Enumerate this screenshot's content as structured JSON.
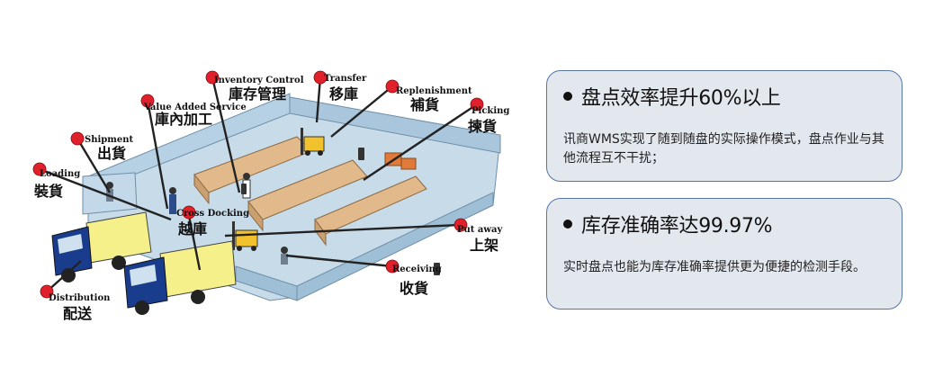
{
  "diagram": {
    "labels": [
      {
        "en": "Inventory Control",
        "zh": "庫存管理"
      },
      {
        "en": "Transfer",
        "zh": "移庫"
      },
      {
        "en": "Replenishment",
        "zh": "補貨"
      },
      {
        "en": "Picking",
        "zh": "揀貨"
      },
      {
        "en": "Value Added Service",
        "zh": "庫內加工"
      },
      {
        "en": "Shipment",
        "zh": "出貨"
      },
      {
        "en": "Loading",
        "zh": "裝貨"
      },
      {
        "en": "Cross Docking",
        "zh": "越庫"
      },
      {
        "en": "Put away",
        "zh": "上架"
      },
      {
        "en": "Receiving",
        "zh": "收貨"
      },
      {
        "en": "Distribution",
        "zh": "配送"
      }
    ],
    "colors": {
      "marker": "#e0202a",
      "leader": "#222222",
      "floor": "#c7dbe9",
      "wall": "#a9c6dc",
      "box": "#e2b98a",
      "truck_cab": "#1a3c8c",
      "truck_body": "#f6f08a"
    }
  },
  "cards": [
    {
      "title": "盘点效率提升60%以上",
      "body": "讯商WMS实现了随到随盘的实际操作模式，盘点作业与其他流程互不干扰；"
    },
    {
      "title": "库存准确率达99.97%",
      "body": "实时盘点也能为库存准确率提供更为便捷的检测手段。"
    }
  ]
}
